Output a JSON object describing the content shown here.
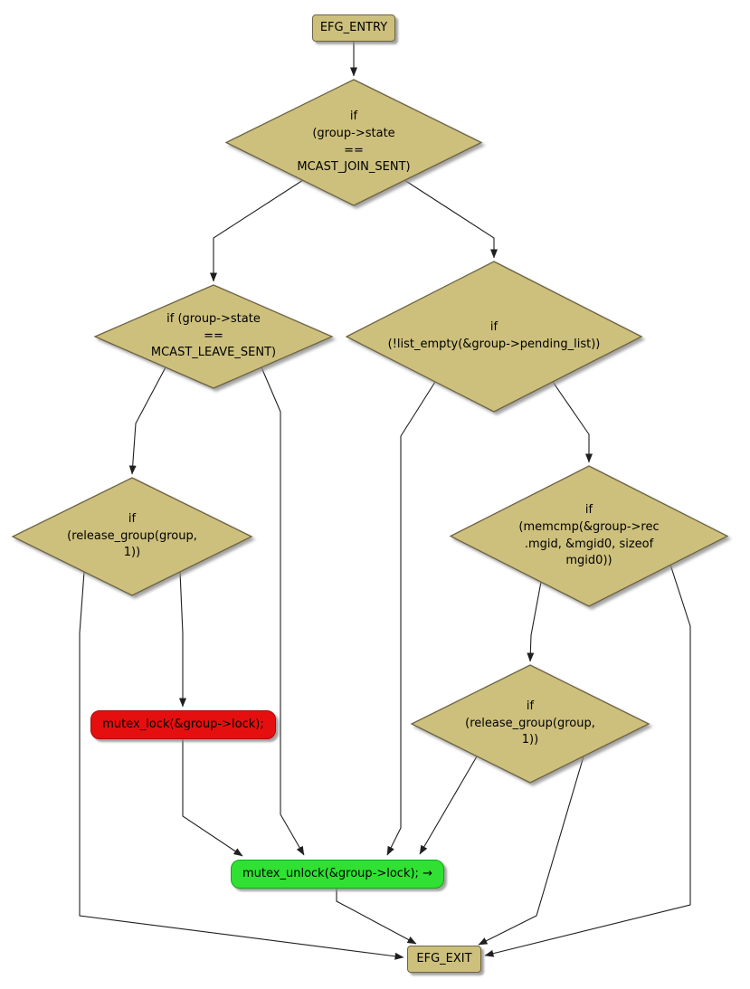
{
  "diagram": {
    "type": "control-flow-graph",
    "colors": {
      "node_fill": "#cdc07c",
      "node_border": "#6d6344",
      "shadow": "#a6a6a6",
      "lock_fill": "#e60f0f",
      "lock_border": "#a80a0a",
      "unlock_fill": "#30e033",
      "unlock_border": "#12a815",
      "edge": "#1f1f1f",
      "text": "#000000"
    },
    "nodes": {
      "entry": {
        "label": "EFG_ENTRY"
      },
      "d_join": {
        "label": "if\n(group->state\n==\nMCAST_JOIN_SENT)"
      },
      "d_leave": {
        "label": "if (group->state\n==\nMCAST_LEAVE_SENT)"
      },
      "d_pending": {
        "label": "if\n(!list_empty(&group->pending_list))"
      },
      "d_release1": {
        "label": "if\n(release_group(group,\n1))"
      },
      "d_memcmp": {
        "label": "if\n(memcmp(&group->rec\n.mgid, &mgid0, sizeof\nmgid0))"
      },
      "a_lock": {
        "label": "mutex_lock(&group->lock);"
      },
      "d_release2": {
        "label": "if\n(release_group(group,\n1))"
      },
      "a_unlock": {
        "label": "mutex_unlock(&group->lock); →"
      },
      "exit": {
        "label": "EFG_EXIT"
      }
    }
  }
}
